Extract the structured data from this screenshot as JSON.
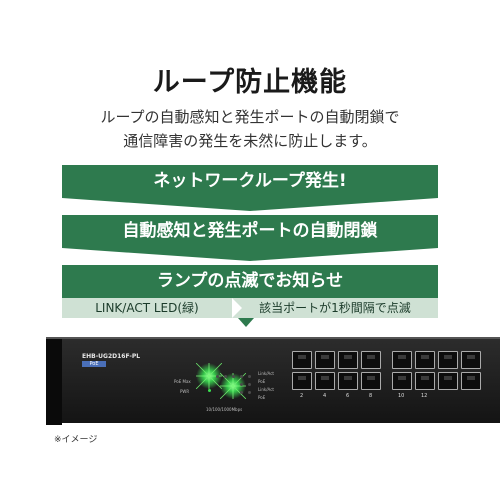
{
  "title": "ループ防止機能",
  "description": {
    "line1": "ループの自動感知と発生ポートの自動閉鎖で",
    "line2": "通信障害の発生を未然に防止します。"
  },
  "steps": [
    {
      "label": "ネットワークループ発生!"
    },
    {
      "label": "自動感知と発生ポートの自動閉鎖"
    },
    {
      "label": "ランプの点滅でお知らせ"
    }
  ],
  "led_row": {
    "led_label": "LINK/ACT LED(緑)",
    "action": "該当ポートが1秒間隔で点滅"
  },
  "device": {
    "model": "EHB-UG2D16F-PL",
    "badge": "PoE",
    "led_labels": {
      "poe_max": "PoE Max",
      "pwr": "PWR",
      "link_act": "Link/Act",
      "poe": "PoE",
      "speed": "10/100/1000Mbps"
    },
    "port_numbers": [
      "2",
      "4",
      "6",
      "8",
      "10",
      "12"
    ]
  },
  "caption": "※イメージ",
  "colors": {
    "accent_green": "#2e7a4e",
    "light_green": "#cfe1d4",
    "led_green": "#39e04f"
  }
}
